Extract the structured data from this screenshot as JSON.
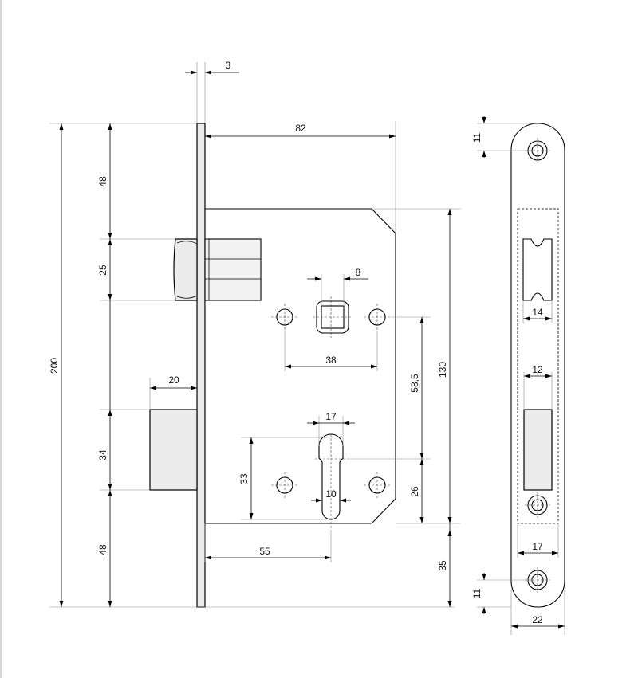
{
  "dimensions": {
    "faceplate_thickness": "3",
    "backset_total": "82",
    "upper_to_latch": "48",
    "latch_height": "25",
    "overall_height": "200",
    "deadbolt_throw": "20",
    "deadbolt_height": "34",
    "lower_to_bolt": "48",
    "spindle_square": "8",
    "screw_spacing": "38",
    "center_distance": "58,5",
    "case_height": "130",
    "cylinder_width": "17",
    "cylinder_height": "33",
    "cylinder_neck": "10",
    "cylinder_backset": "55",
    "cylinder_to_bottom": "26",
    "bottom_to_faceplate_end": "35",
    "strike_top_hole": "11",
    "strike_latch_opening": "14",
    "strike_bolt_width": "12",
    "strike_plate_inner": "17",
    "strike_bottom_hole": "11",
    "strike_plate_width": "22"
  },
  "colors": {
    "line": "#000000",
    "fill": "#ececec",
    "background": "#ffffff"
  }
}
